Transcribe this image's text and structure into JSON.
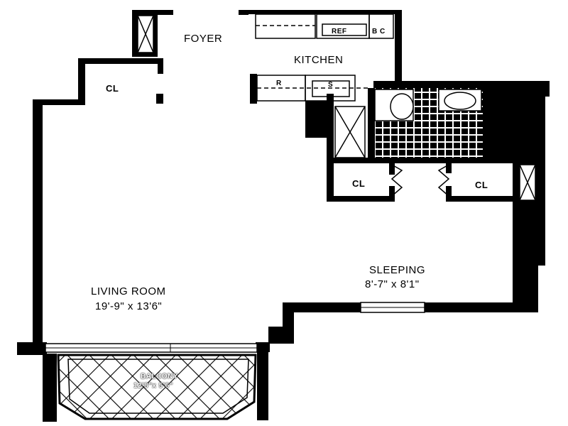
{
  "rooms": {
    "foyer": "FOYER",
    "kitchen": "KITCHEN",
    "living_room": {
      "name": "LIVING ROOM",
      "size": "19'-9\" x 13'6\""
    },
    "sleeping": {
      "name": "SLEEPING",
      "size": "8'-7\" x 8'1\""
    },
    "balcony": {
      "name": "BALCONY",
      "size": "12'8\"x 5'6\""
    }
  },
  "closets": {
    "cl_foyer": "CL",
    "cl_left": "CL",
    "cl_right": "CL"
  },
  "appliances": {
    "ref": "REF",
    "bc": "B C",
    "range": "R",
    "sink": "S"
  }
}
